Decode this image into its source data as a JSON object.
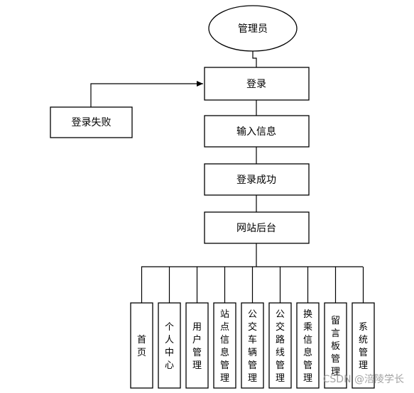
{
  "nodes": {
    "admin": "管理员",
    "login": "登录",
    "login_failed": "登录失败",
    "input_info": "输入信息",
    "login_success": "登录成功",
    "backend": "网站后台"
  },
  "modules": [
    "首页",
    "个人中心",
    "用户管理",
    "站点信息管理",
    "公交车辆管理",
    "公交路线管理",
    "换乘信息管理",
    "留言板管理",
    "系统管理"
  ],
  "watermark": "CSDN @涪陵学长"
}
